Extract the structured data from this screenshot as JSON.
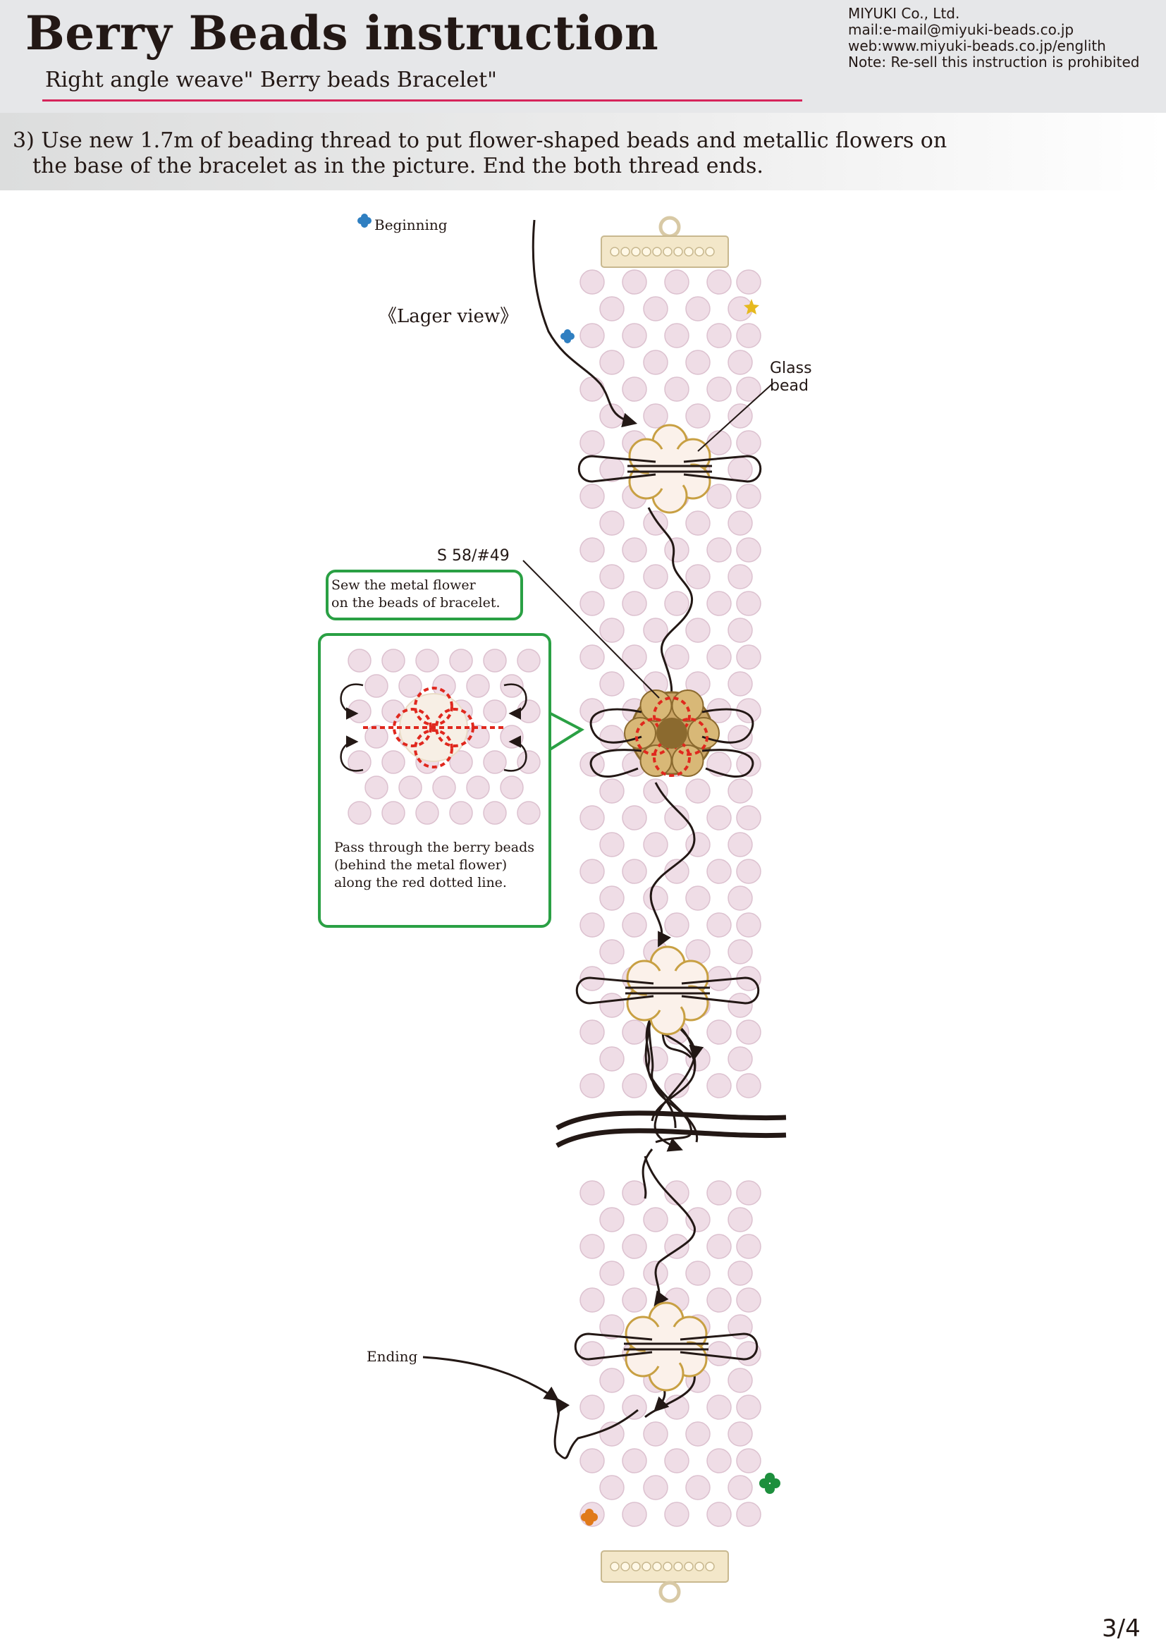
{
  "header": {
    "title": "Berry Beads instruction",
    "subtitle": "Right angle weave\" Berry beads Bracelet\"",
    "company": {
      "name": "MIYUKI Co., Ltd.",
      "mail": "mail:e-mail@miyuki-beads.co.jp",
      "web": "web:www.miyuki-beads.co.jp/englith",
      "note": "Note: Re-sell this instruction is prohibited"
    }
  },
  "step": {
    "line1": "3) Use new 1.7m of beading thread to put flower-shaped beads and metallic flowers on",
    "line2": "the base of the bracelet as in the picture. End the both thread ends."
  },
  "diagram": {
    "beginning": "Beginning",
    "larger_view": "《Lager view》",
    "glass_bead_line1": "Glass",
    "glass_bead_line2": "bead",
    "part_code": "S 58/#49",
    "sew_note_line1": "Sew the metal flower",
    "sew_note_line2": "on the beads of bracelet.",
    "pass_note_line1": "Pass through the berry beads",
    "pass_note_line2": "(behind the metal flower)",
    "pass_note_line3": "along the red dotted line.",
    "ending": "Ending"
  },
  "colors": {
    "berry_bead": "#efdde6",
    "berry_bead_outline": "#dcc1cf",
    "thread": "#231815",
    "flower_gold": "#c8a043",
    "metal_flower": "#9d7b3a",
    "red_path": "#e0281e",
    "callout_green": "#2aa044",
    "subtitle_rule": "#d6245a",
    "clasp": "#f3e7c9"
  },
  "footer": {
    "page": "3/4"
  }
}
